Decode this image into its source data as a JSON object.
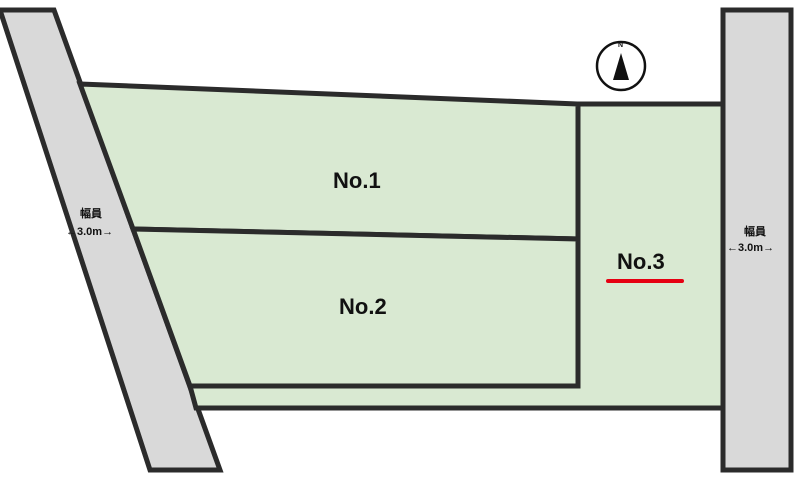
{
  "lots": [
    {
      "label": "No.1",
      "highlighted": false
    },
    {
      "label": "No.2",
      "highlighted": false
    },
    {
      "label": "No.3",
      "highlighted": true
    }
  ],
  "roads": [
    {
      "side": "west",
      "name": "幅員",
      "width_label": "←3.0m→"
    },
    {
      "side": "east",
      "name": "幅員",
      "width_label": "←3.0m→"
    }
  ],
  "north_arrow": {
    "letter": "N"
  },
  "colors": {
    "lot_fill": "#d9e9d2",
    "road_fill": "#d9d9d9",
    "outline": "#2b2b2b",
    "highlight": "#e60012"
  }
}
